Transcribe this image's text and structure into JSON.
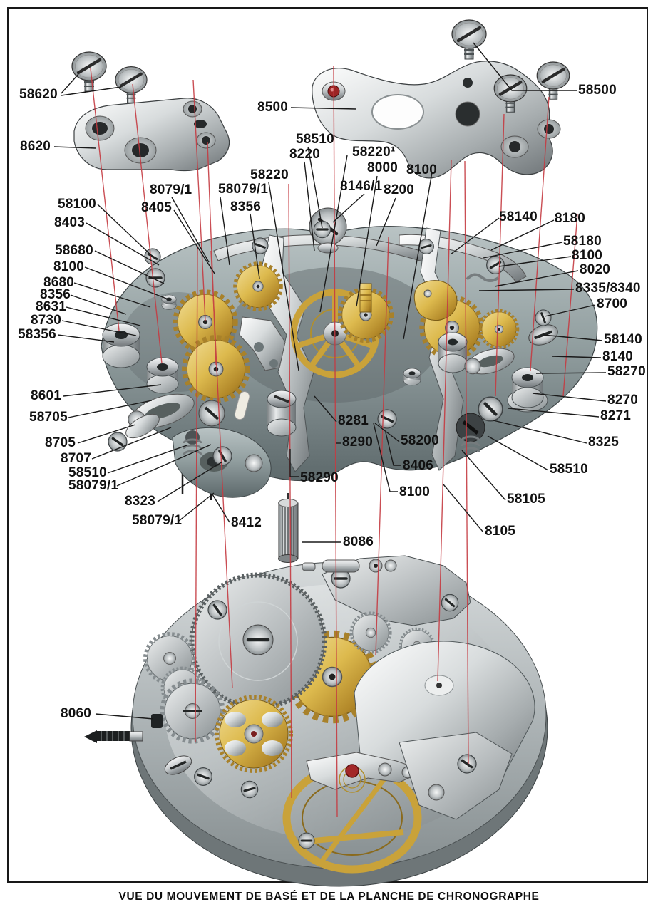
{
  "page": {
    "caption": "VUE DU MOUVEMENT DE BASÉ ET DE LA PLANCHE DE CHRONOGRAPHE"
  },
  "colors": {
    "leader_red": "#c53b42",
    "label_black": "#111111",
    "gold": "#c9a23a",
    "plate_gray": "#8a9698"
  },
  "labels": [
    {
      "name": "58620",
      "text": "58620"
    },
    {
      "name": "8620",
      "text": "8620"
    },
    {
      "name": "58100",
      "text": "58100"
    },
    {
      "name": "8403",
      "text": "8403"
    },
    {
      "name": "58680",
      "text": "58680"
    },
    {
      "name": "8100-a",
      "text": "8100"
    },
    {
      "name": "8680",
      "text": "8680"
    },
    {
      "name": "8356-a",
      "text": "8356"
    },
    {
      "name": "8631",
      "text": "8631"
    },
    {
      "name": "8730",
      "text": "8730"
    },
    {
      "name": "58356",
      "text": "58356"
    },
    {
      "name": "8601",
      "text": "8601"
    },
    {
      "name": "58705",
      "text": "58705"
    },
    {
      "name": "8705",
      "text": "8705"
    },
    {
      "name": "8707",
      "text": "8707"
    },
    {
      "name": "58510-a",
      "text": "58510"
    },
    {
      "name": "58079-1-a",
      "text": "58079/1"
    },
    {
      "name": "8323",
      "text": "8323"
    },
    {
      "name": "58079-1-b",
      "text": "58079/1"
    },
    {
      "name": "8060",
      "text": "8060"
    },
    {
      "name": "8500",
      "text": "8500"
    },
    {
      "name": "58510-b",
      "text": "58510"
    },
    {
      "name": "8220",
      "text": "8220"
    },
    {
      "name": "58220-1",
      "text": "58220¹"
    },
    {
      "name": "58220",
      "text": "58220"
    },
    {
      "name": "8000",
      "text": "8000"
    },
    {
      "name": "8100-b",
      "text": "8100"
    },
    {
      "name": "8146-1",
      "text": "8146/1"
    },
    {
      "name": "8200",
      "text": "8200"
    },
    {
      "name": "8079-1",
      "text": "8079/1"
    },
    {
      "name": "58079-1-c",
      "text": "58079/1"
    },
    {
      "name": "8405",
      "text": "8405"
    },
    {
      "name": "8356-b",
      "text": "8356"
    },
    {
      "name": "58500",
      "text": "58500"
    },
    {
      "name": "58140-a",
      "text": "58140"
    },
    {
      "name": "8180",
      "text": "8180"
    },
    {
      "name": "58180",
      "text": "58180"
    },
    {
      "name": "8100-c",
      "text": "8100"
    },
    {
      "name": "8020",
      "text": "8020"
    },
    {
      "name": "8335-8340",
      "text": "8335/8340"
    },
    {
      "name": "8700",
      "text": "8700"
    },
    {
      "name": "58140-b",
      "text": "58140"
    },
    {
      "name": "8140",
      "text": "8140"
    },
    {
      "name": "58270",
      "text": "58270"
    },
    {
      "name": "8270",
      "text": "8270"
    },
    {
      "name": "8271",
      "text": "8271"
    },
    {
      "name": "8325",
      "text": "8325"
    },
    {
      "name": "58510-c",
      "text": "58510"
    },
    {
      "name": "58105",
      "text": "58105"
    },
    {
      "name": "8105",
      "text": "8105"
    },
    {
      "name": "8281",
      "text": "8281"
    },
    {
      "name": "8290",
      "text": "8290"
    },
    {
      "name": "58290",
      "text": "58290"
    },
    {
      "name": "58200",
      "text": "58200"
    },
    {
      "name": "8406",
      "text": "8406"
    },
    {
      "name": "8100-d",
      "text": "8100"
    },
    {
      "name": "8412",
      "text": "8412"
    },
    {
      "name": "8086",
      "text": "8086"
    }
  ]
}
